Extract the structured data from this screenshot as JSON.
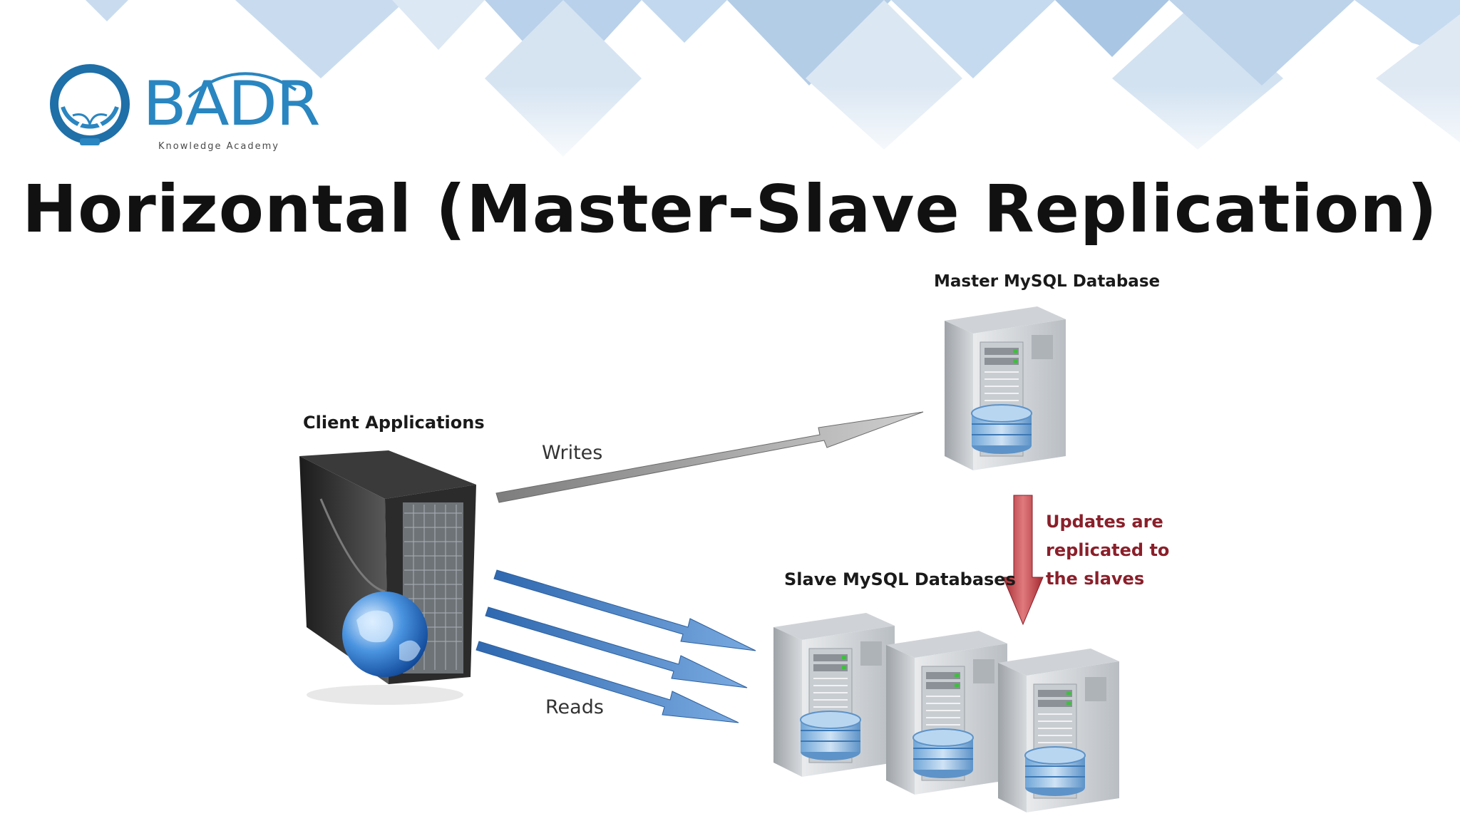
{
  "logo": {
    "brand": "BADR",
    "tagline": "Knowledge Academy"
  },
  "slide": {
    "title": "Horizontal (Master-Slave Replication)"
  },
  "diagram": {
    "client_label": "Client Applications",
    "master_label": "Master MySQL Database",
    "slave_label": "Slave MySQL Databases",
    "writes_label": "Writes",
    "reads_label": "Reads",
    "replication_note": "Updates are replicated to the slaves"
  },
  "colors": {
    "accent": "#2a86c0",
    "title": "#111111",
    "replication_arrow": "#c0393b",
    "read_arrows": "#3a78c0",
    "write_arrow": "#8a8a8a"
  }
}
